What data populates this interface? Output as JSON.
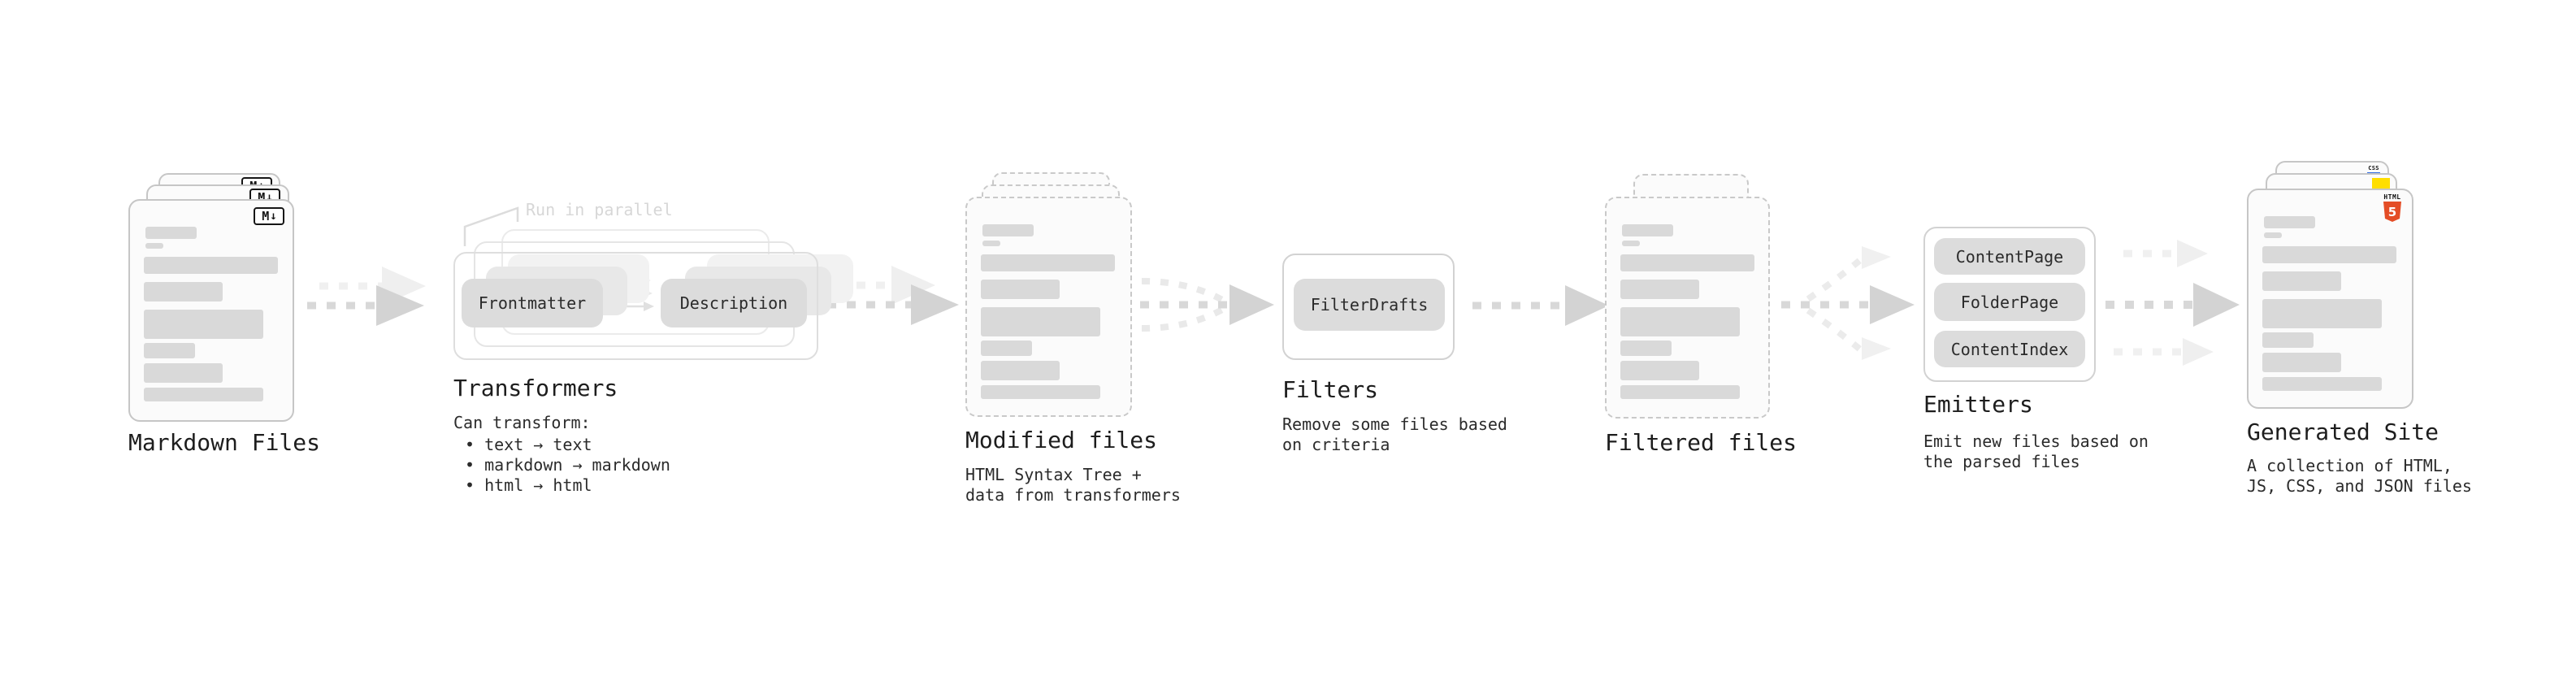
{
  "diagram": {
    "kind": "static-site-generation-pipeline",
    "annotation": {
      "run_in_parallel": "Run in parallel"
    },
    "nodes": {
      "markdown": {
        "title": "Markdown Files"
      },
      "transformers": {
        "title": "Transformers",
        "buttons": [
          "Frontmatter",
          "Description"
        ],
        "desc_heading": "Can transform:",
        "bullets": [
          "• text → text",
          "• markdown → markdown",
          "• html → html"
        ]
      },
      "modified": {
        "title": "Modified files",
        "desc": "HTML Syntax Tree +\ndata from transformers"
      },
      "filters": {
        "title": "Filters",
        "button": "FilterDrafts",
        "desc": "Remove some files based\non criteria"
      },
      "filtered": {
        "title": "Filtered files"
      },
      "emitters": {
        "title": "Emitters",
        "buttons": [
          "ContentPage",
          "FolderPage",
          "ContentIndex"
        ],
        "desc": "Emit new files based on\nthe parsed files"
      },
      "generated": {
        "title": "Generated Site",
        "desc": "A collection of HTML,\nJS, CSS, and JSON files"
      }
    },
    "icons": {
      "markdown": {
        "letter": "M",
        "arrow": "↓"
      },
      "html5": {
        "wordmark": "HTML",
        "number": "5"
      },
      "css": {
        "wordmark": "CSS"
      },
      "js": {
        "name": "js-yellow-badge"
      }
    },
    "colors": {
      "ink": "#1d1d1d",
      "subtext": "#2b2b2b",
      "bar": "#d9d9d9",
      "button_bg": "#dcdcdc",
      "card_border": "#c6c6c6",
      "arrow": "#d8d8d8",
      "annotation": "#d7d7d7",
      "html5_orange": "#e44d26",
      "js_yellow": "#ffde00",
      "css_blue": "#2f6be4"
    }
  }
}
